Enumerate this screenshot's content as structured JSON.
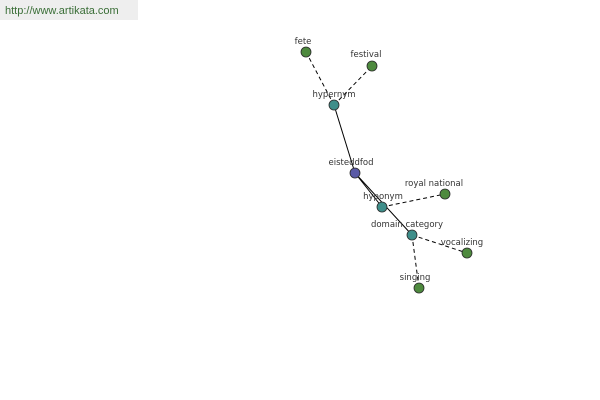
{
  "header": {
    "source_url": "http://www.artikata.com"
  },
  "colors": {
    "central_node": "#5a5aa6",
    "relation_node": "#3e8e8a",
    "leaf_node": "#4e8a3e",
    "node_stroke": "#2a2a2a",
    "edge": "#000000",
    "banner_text": "#3a6e37"
  },
  "graph": {
    "nodes": [
      {
        "id": "eisteddfod",
        "label": "eisteddfod",
        "kind": "central"
      },
      {
        "id": "hypernym",
        "label": "hypernym",
        "kind": "relation"
      },
      {
        "id": "hyponym",
        "label": "hyponym",
        "kind": "relation"
      },
      {
        "id": "domain_category",
        "label": "domain category",
        "kind": "relation"
      },
      {
        "id": "fete",
        "label": "fete",
        "kind": "leaf"
      },
      {
        "id": "festival",
        "label": "festival",
        "kind": "leaf"
      },
      {
        "id": "royal_national",
        "label": "royal national",
        "kind": "leaf"
      },
      {
        "id": "vocalizing",
        "label": "vocalizing",
        "kind": "leaf"
      },
      {
        "id": "singing",
        "label": "singing",
        "kind": "leaf"
      }
    ],
    "edges": [
      {
        "from": "eisteddfod",
        "to": "hypernym",
        "style": "solid"
      },
      {
        "from": "eisteddfod",
        "to": "hyponym",
        "style": "solid"
      },
      {
        "from": "eisteddfod",
        "to": "domain_category",
        "style": "solid"
      },
      {
        "from": "hypernym",
        "to": "fete",
        "style": "dashed"
      },
      {
        "from": "hypernym",
        "to": "festival",
        "style": "dashed"
      },
      {
        "from": "hyponym",
        "to": "royal_national",
        "style": "dashed"
      },
      {
        "from": "domain_category",
        "to": "vocalizing",
        "style": "dashed"
      },
      {
        "from": "domain_category",
        "to": "singing",
        "style": "dashed"
      }
    ]
  }
}
